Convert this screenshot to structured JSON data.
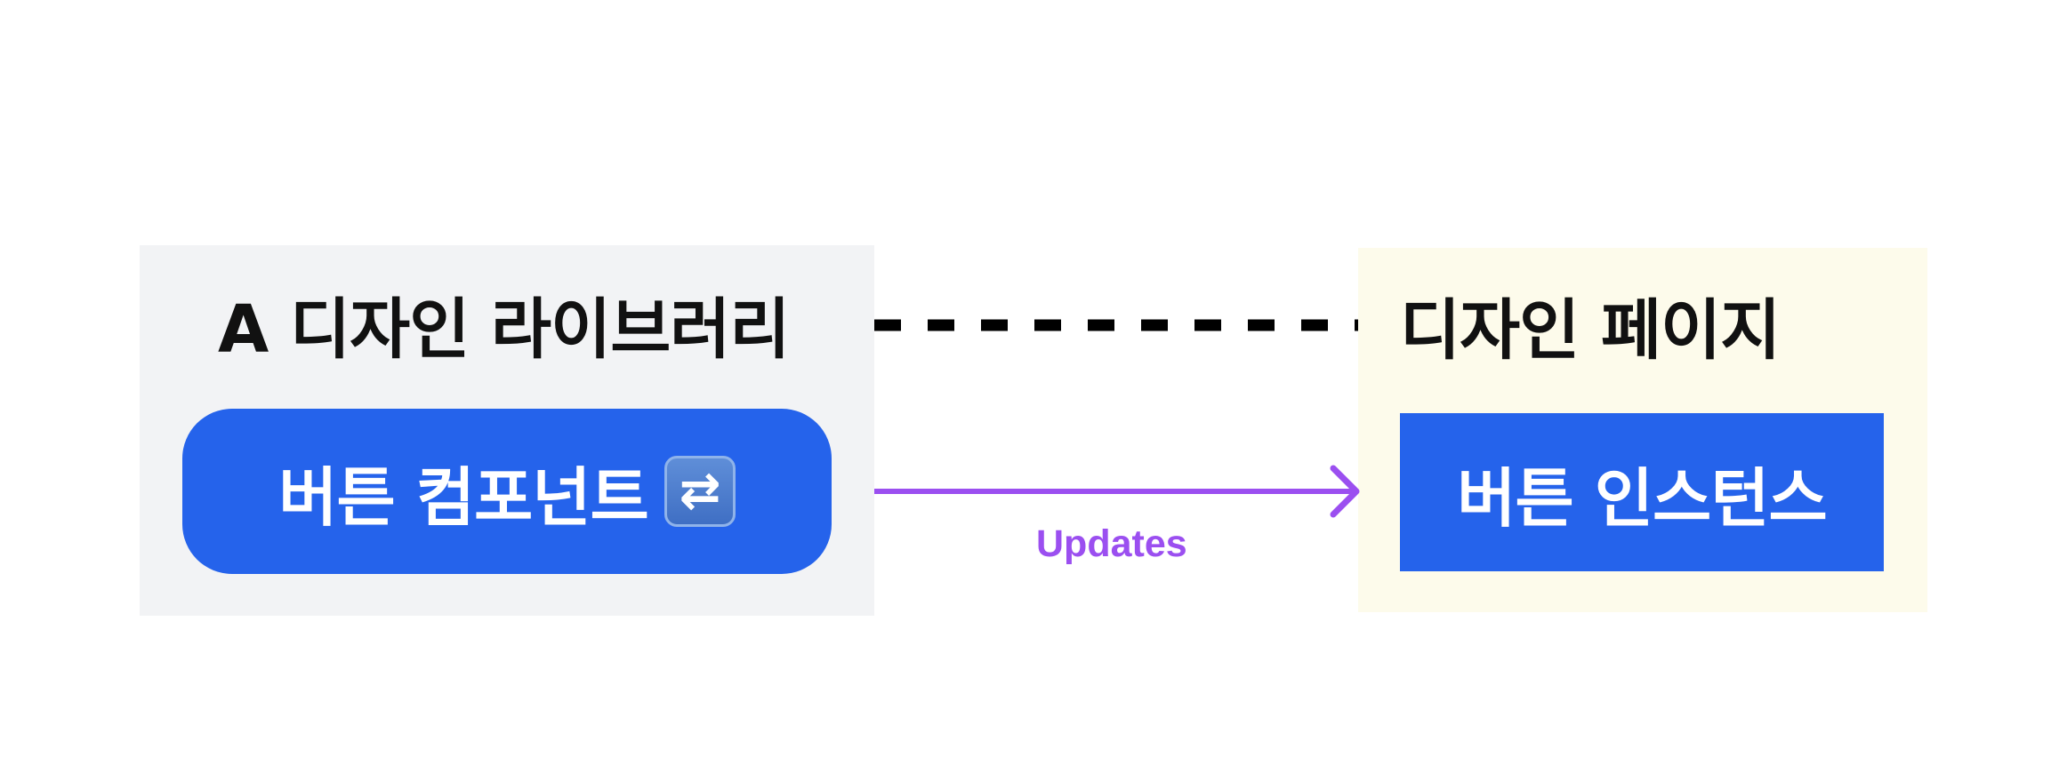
{
  "library": {
    "title": "A 디자인 라이브러리",
    "button_label": "버튼 컴포넌트",
    "button_icon": "sync-icon"
  },
  "page": {
    "title": "디자인 페이지",
    "button_label": "버튼 인스턴스"
  },
  "connectors": {
    "update_label": "Updates",
    "update_color": "#9b4ff0",
    "link_style": "dashed",
    "link_color": "#000000"
  },
  "colors": {
    "button": "#2563eb",
    "library_bg": "#f2f3f5",
    "page_bg": "#fdfbeb"
  }
}
